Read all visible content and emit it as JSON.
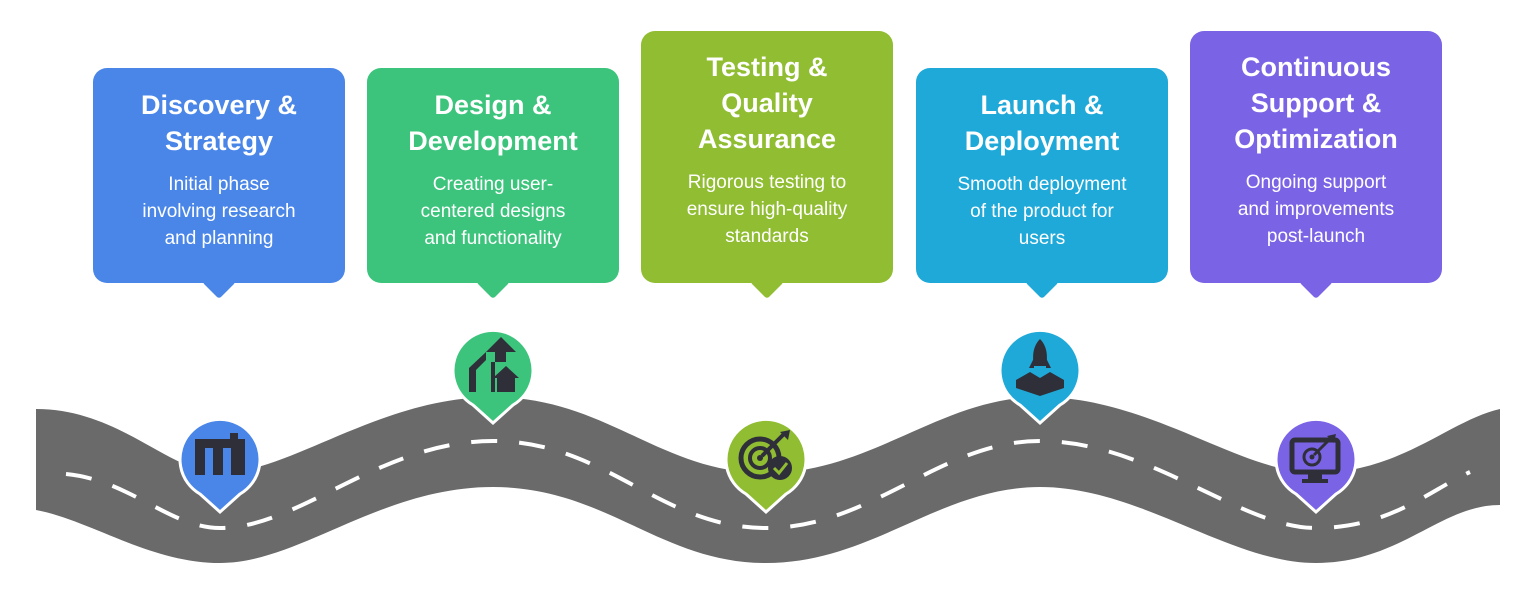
{
  "stages": [
    {
      "title": "Discovery &\nStrategy",
      "description": "Initial phase\ninvolving research\nand planning",
      "color": "#4a86e8",
      "icon": "building-blocks-icon"
    },
    {
      "title": "Design &\nDevelopment",
      "description": "Creating user-\ncentered designs\nand functionality",
      "color": "#3cc47c",
      "icon": "house-growth-arrow-icon"
    },
    {
      "title": "Testing &\nQuality\nAssurance",
      "description": "Rigorous testing to\nensure high-quality\nstandards",
      "color": "#90bd32",
      "icon": "target-check-icon"
    },
    {
      "title": "Launch &\nDeployment",
      "description": "Smooth deployment\nof the product for\nusers",
      "color": "#1fa9d8",
      "icon": "rocket-launch-icon"
    },
    {
      "title": "Continuous\nSupport &\nOptimization",
      "description": "Ongoing support\nand improvements\npost-launch",
      "color": "#7b63e6",
      "icon": "monitor-target-icon"
    }
  ]
}
